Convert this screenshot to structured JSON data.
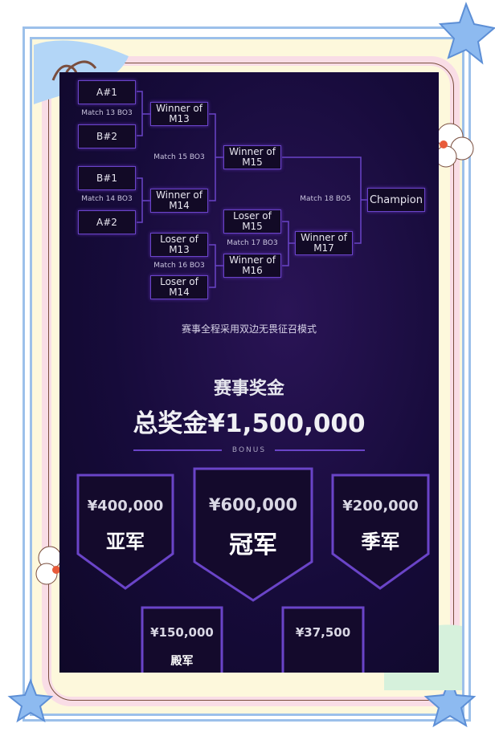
{
  "bracket": {
    "boxes": {
      "a1": "A#1",
      "b2": "B#2",
      "b1": "B#1",
      "a2": "A#2",
      "w13": [
        "Winner of",
        "M13"
      ],
      "w14": [
        "Winner of",
        "M14"
      ],
      "w15": [
        "Winner of",
        "M15"
      ],
      "l15": [
        "Loser of",
        "M15"
      ],
      "l13": [
        "Loser of",
        "M13"
      ],
      "l14": [
        "Loser of",
        "M14"
      ],
      "w16": [
        "Winner of",
        "M16"
      ],
      "w17": [
        "Winner of",
        "M17"
      ],
      "champion": "Champion"
    },
    "matches": {
      "m13": "Match 13 BO3",
      "m14": "Match 14 BO3",
      "m15": "Match 15 BO3",
      "m16": "Match 16 BO3",
      "m17": "Match 17 BO3",
      "m18": "Match 18 BO5"
    }
  },
  "note": "赛事全程采用双边无畏征召模式",
  "prize": {
    "heading": "赛事奖金",
    "total": "总奖金¥1,500,000",
    "bonus": "BONUS",
    "tiers": [
      {
        "amount": "¥400,000",
        "rank": "亚军"
      },
      {
        "amount": "¥600,000",
        "rank": "冠军"
      },
      {
        "amount": "¥200,000",
        "rank": "季军"
      },
      {
        "amount": "¥150,000",
        "rank": "殿军"
      },
      {
        "amount": "¥37,500",
        "rank": ""
      }
    ]
  },
  "colors": {
    "accent": "#6a44c8",
    "background": "#160b3a",
    "frame": "#9cc0ea"
  }
}
